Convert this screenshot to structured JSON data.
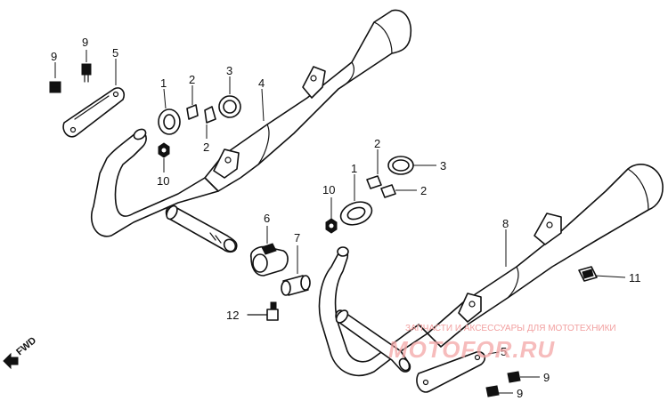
{
  "diagram": {
    "callouts": [
      {
        "id": "c9a",
        "text": "9"
      },
      {
        "id": "c9b",
        "text": "9"
      },
      {
        "id": "c5a",
        "text": "5"
      },
      {
        "id": "c1a",
        "text": "1"
      },
      {
        "id": "c2a",
        "text": "2"
      },
      {
        "id": "c3a",
        "text": "3"
      },
      {
        "id": "c4",
        "text": "4"
      },
      {
        "id": "c2b",
        "text": "2"
      },
      {
        "id": "c10a",
        "text": "10"
      },
      {
        "id": "c2c",
        "text": "2"
      },
      {
        "id": "c3b",
        "text": "3"
      },
      {
        "id": "c1b",
        "text": "1"
      },
      {
        "id": "c2d",
        "text": "2"
      },
      {
        "id": "c10b",
        "text": "10"
      },
      {
        "id": "c6",
        "text": "6"
      },
      {
        "id": "c7",
        "text": "7"
      },
      {
        "id": "c8",
        "text": "8"
      },
      {
        "id": "c11",
        "text": "11"
      },
      {
        "id": "c12",
        "text": "12"
      },
      {
        "id": "c5b",
        "text": "5"
      },
      {
        "id": "c9c",
        "text": "9"
      },
      {
        "id": "c9d",
        "text": "9"
      }
    ],
    "fwd_label": "FWD"
  },
  "watermark": {
    "caption": "ЗАПЧАСТИ И АКСЕССУАРЫ ДЛЯ МОТОТЕХНИКИ",
    "logo": "MOTOFOR.RU"
  }
}
